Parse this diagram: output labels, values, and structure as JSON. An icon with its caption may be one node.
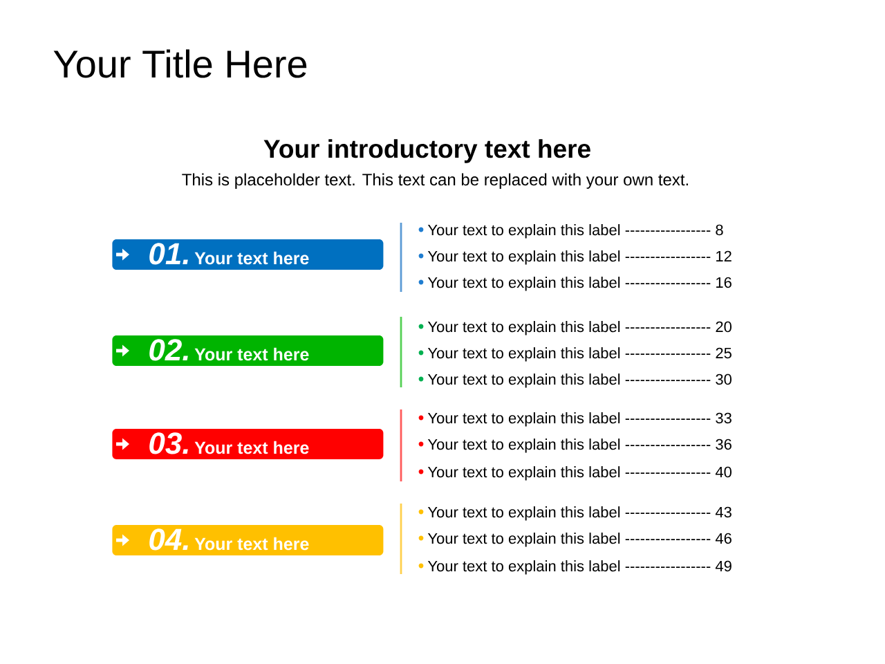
{
  "diagram": {
    "title": "Your Title Here",
    "nodes": [
      {
        "text": [
          "01.",
          "Your text here"
        ],
        "beside": [
          "Your text to explain this label ----------------- 8",
          "Your text to explain this label ----------------- 12",
          "Your text to explain this label ----------------- 16"
        ]
      },
      {
        "text": [
          "02.",
          "Your text here"
        ],
        "beside": [
          "Your text to explain this label ----------------- 20",
          "Your text to explain this label ----------------- 25",
          "Your text to explain this label ----------------- 30"
        ]
      },
      {
        "text": [
          "03.",
          "Your text here"
        ],
        "beside": [
          "Your text to explain this label ----------------- 33",
          "Your text to explain this label ----------------- 36",
          "Your text to explain this label ----------------- 40"
        ]
      },
      {
        "text": [
          "04.",
          "Your text here"
        ],
        "beside": [
          "Your text to explain this label ----------------- 43",
          "Your text to explain this label ----------------- 46",
          "Your text to explain this label ----------------- 49"
        ]
      }
    ],
    "labels": [
      "Your introductory text here",
      "This is placeholder text. This text can be replaced with your own text."
    ]
  }
}
